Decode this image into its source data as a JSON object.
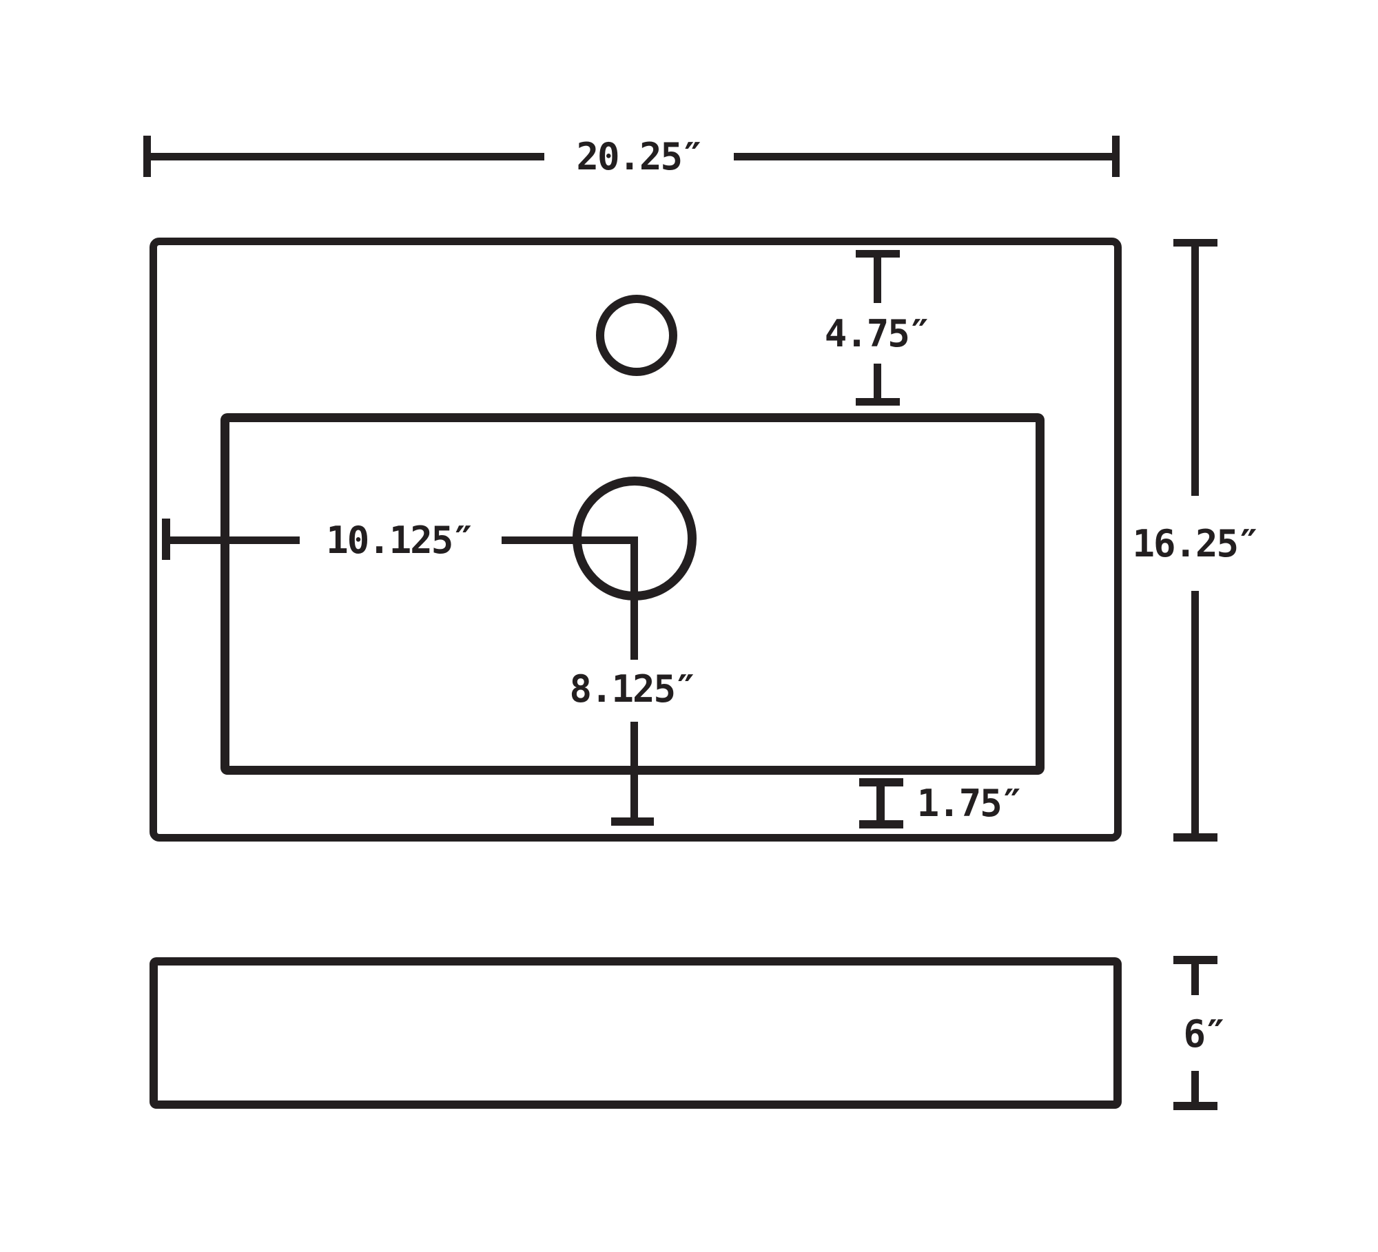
{
  "diagram": {
    "dimensions": {
      "overall_width": "20.25″",
      "faucet_hole_from_top_edge": "4.75″",
      "overall_depth": "16.25″",
      "drain_from_left_edge": "10.125″",
      "drain_to_bottom": "8.125″",
      "basin_rim_gap": "1.75″",
      "side_height": "6″"
    },
    "ink_color": "#231f20",
    "background": "#ffffff"
  }
}
